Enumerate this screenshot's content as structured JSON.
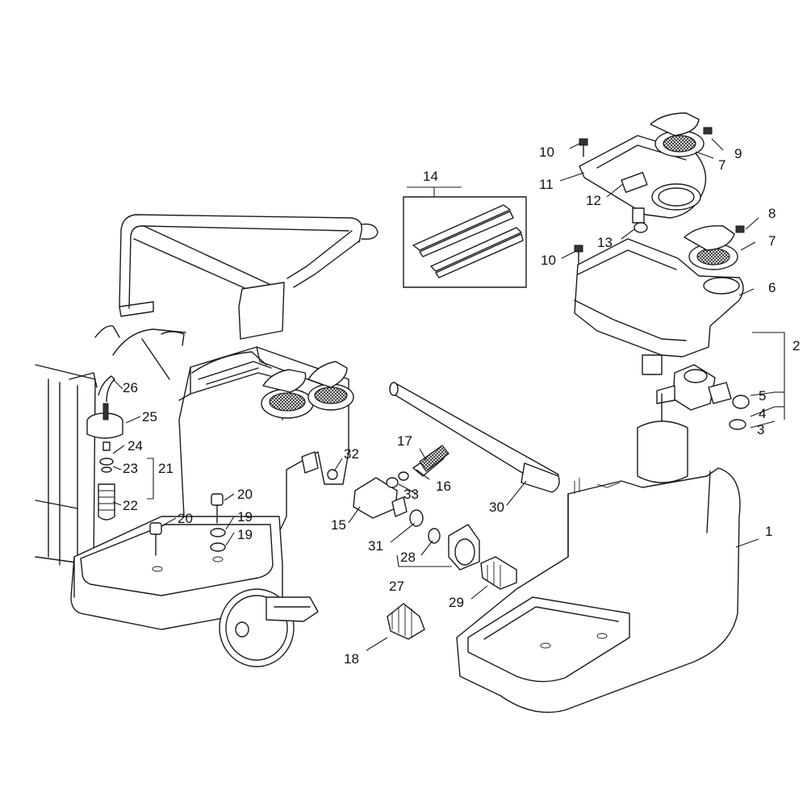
{
  "diagram": {
    "callouts": [
      {
        "id": "c1",
        "text": "1"
      },
      {
        "id": "c2",
        "text": "2"
      },
      {
        "id": "c3",
        "text": "3"
      },
      {
        "id": "c4",
        "text": "4"
      },
      {
        "id": "c5a",
        "text": "5"
      },
      {
        "id": "c6",
        "text": "6"
      },
      {
        "id": "c7a",
        "text": "7"
      },
      {
        "id": "c7b",
        "text": "7"
      },
      {
        "id": "c8",
        "text": "8"
      },
      {
        "id": "c9",
        "text": "9"
      },
      {
        "id": "c10a",
        "text": "10"
      },
      {
        "id": "c10b",
        "text": "10"
      },
      {
        "id": "c11",
        "text": "11"
      },
      {
        "id": "c12",
        "text": "12"
      },
      {
        "id": "c13",
        "text": "13"
      },
      {
        "id": "c14",
        "text": "14"
      },
      {
        "id": "c15",
        "text": "15"
      },
      {
        "id": "c16",
        "text": "16"
      },
      {
        "id": "c17",
        "text": "17"
      },
      {
        "id": "c18",
        "text": "18"
      },
      {
        "id": "c19a",
        "text": "19"
      },
      {
        "id": "c19b",
        "text": "19"
      },
      {
        "id": "c20a",
        "text": "20"
      },
      {
        "id": "c20b",
        "text": "20"
      },
      {
        "id": "c21",
        "text": "21"
      },
      {
        "id": "c22",
        "text": "22"
      },
      {
        "id": "c23",
        "text": "23"
      },
      {
        "id": "c24",
        "text": "24"
      },
      {
        "id": "c25",
        "text": "25"
      },
      {
        "id": "c26",
        "text": "26"
      },
      {
        "id": "c27",
        "text": "27"
      },
      {
        "id": "c28",
        "text": "28"
      },
      {
        "id": "c29",
        "text": "29"
      },
      {
        "id": "c30",
        "text": "30"
      },
      {
        "id": "c31",
        "text": "31"
      },
      {
        "id": "c32",
        "text": "32"
      },
      {
        "id": "c33",
        "text": "33"
      }
    ]
  }
}
